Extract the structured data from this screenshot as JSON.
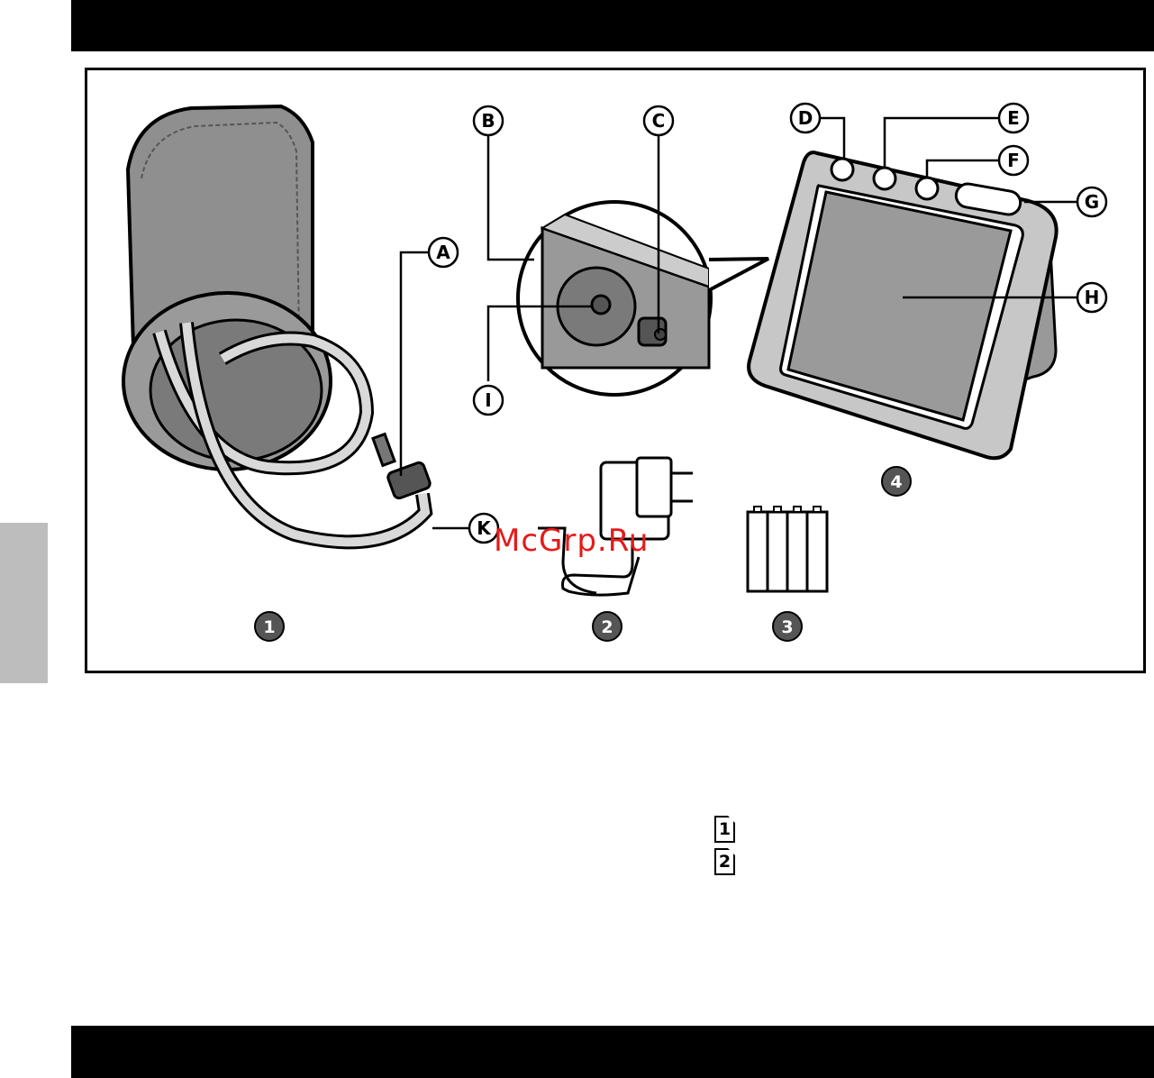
{
  "figure": {
    "callouts": [
      "A",
      "B",
      "C",
      "D",
      "E",
      "F",
      "G",
      "H",
      "I",
      "K"
    ],
    "items": [
      "1",
      "2",
      "3",
      "4"
    ]
  },
  "watermark": "McGrp.Ru",
  "step_icons": [
    "1",
    "2"
  ]
}
